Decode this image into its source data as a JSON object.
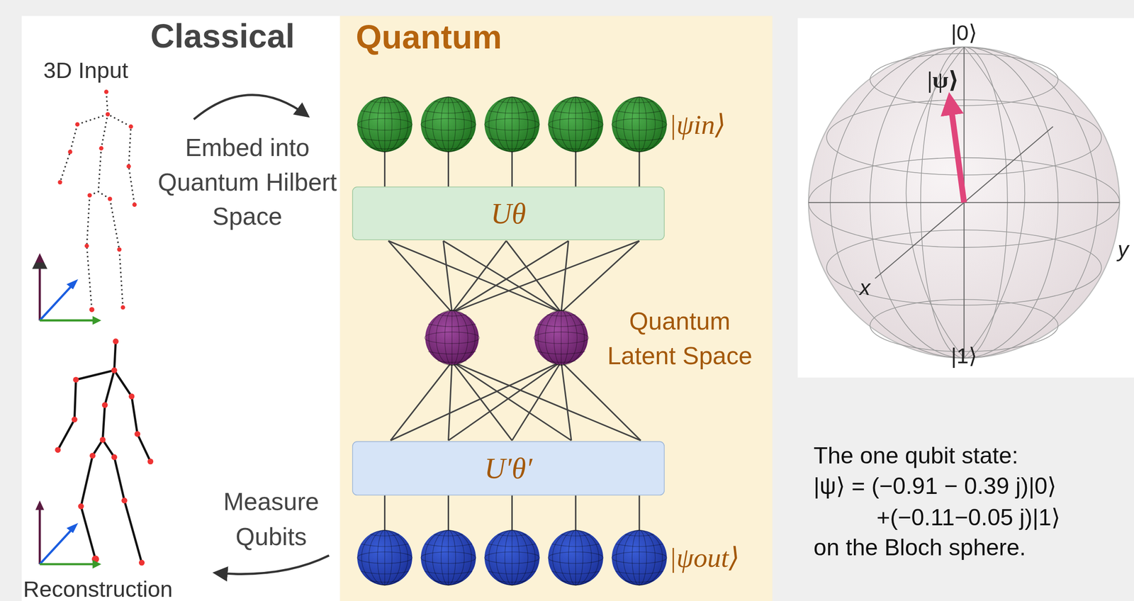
{
  "diagram": {
    "nodes": [
      {
        "text": [
          "Quantum"
        ]
      },
      {
        "text": [
          "Uθ"
        ],
        "in": 0
      },
      {
        "text": [
          "U′θ′"
        ],
        "in": 0
      }
    ],
    "labels": [
      "Classical",
      "3D Input",
      "Embed into Quantum Hilbert Space",
      "|ψin⟩",
      "Quantum Latent Space",
      "|ψout⟩",
      "Measure Qubits",
      "Reconstruction",
      "|0⟩",
      "|ψ⟩",
      "x",
      "y",
      "|1⟩",
      "The one qubit state:",
      "|ψ⟩ = (−0.91 − 0.39 j)|0⟩",
      "+(−0.11−0.05 j)|1⟩",
      "on the Bloch sphere."
    ]
  }
}
